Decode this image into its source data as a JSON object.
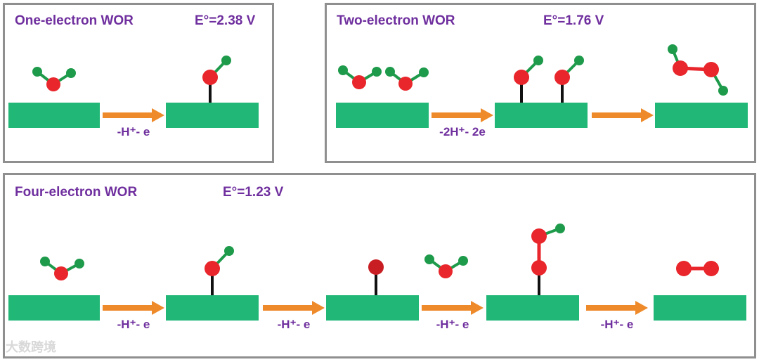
{
  "colors": {
    "surface": "#21b777",
    "arrow": "#ee8a2a",
    "oxygen": "#e8262b",
    "hydrogen": "#1e9a4b",
    "bond_metal": "#111111",
    "bond_oo": "#e8262b",
    "title": "#6f2f9e",
    "panel_border": "#8f8f8f"
  },
  "panels": {
    "one": {
      "title": "One-electron WOR",
      "potential": "E°=2.38 V",
      "steps": [
        "-H⁺- e"
      ]
    },
    "two": {
      "title": "Two-electron WOR",
      "potential": "E°=1.76 V",
      "steps": [
        "-2H⁺- 2e"
      ]
    },
    "four": {
      "title": "Four-electron WOR",
      "potential": "E°=1.23 V",
      "steps": [
        "-H⁺- e",
        "-H⁺- e",
        "-H⁺- e",
        "-H⁺- e"
      ]
    }
  },
  "watermark": "大数跨境"
}
